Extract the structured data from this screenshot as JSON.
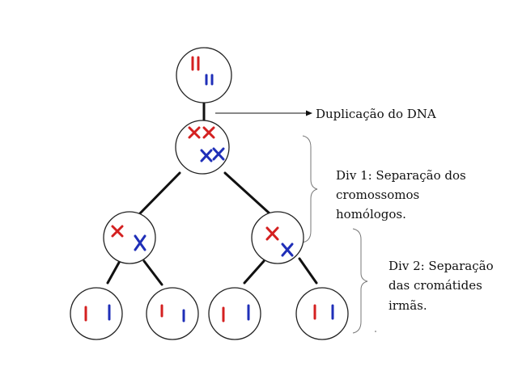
{
  "colors": {
    "maternal": "#d42020",
    "paternal": "#1f2fb8",
    "outline": "#222222",
    "line": "#111111"
  },
  "labels": {
    "duplication": "Duplicação do DNA",
    "div1": [
      "Div 1: Separação dos",
      "cromossomos",
      "homólogos."
    ],
    "div2": [
      "Div 2: Separação",
      "das cromátides",
      "irmãs."
    ]
  }
}
